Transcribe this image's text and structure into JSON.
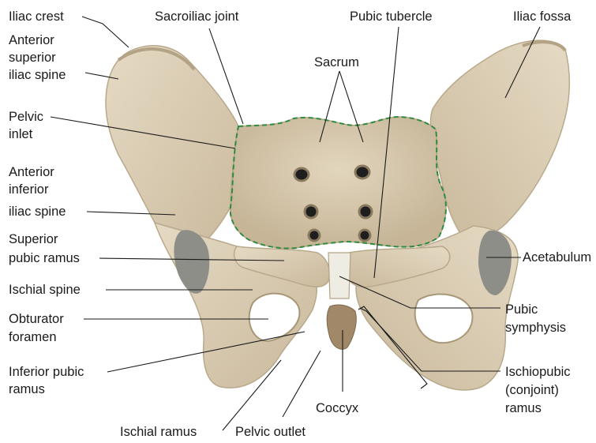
{
  "labels": {
    "iliac_crest": "Iliac crest",
    "asis_1": "Anterior",
    "asis_2": "superior",
    "asis_3": "iliac spine",
    "pelvic_inlet_1": "Pelvic",
    "pelvic_inlet_2": "inlet",
    "aiis_1": "Anterior",
    "aiis_2": "inferior",
    "aiis_3": "iliac spine",
    "spr_1": "Superior",
    "spr_2": "pubic ramus",
    "ischial_spine": "Ischial spine",
    "obturator_1": "Obturator",
    "obturator_2": "foramen",
    "ipr_1": "Inferior pubic",
    "ipr_2": "ramus",
    "ischial_ramus": "Ischial ramus",
    "pelvic_outlet": "Pelvic outlet",
    "coccyx": "Coccyx",
    "sacroiliac_joint": "Sacroiliac joint",
    "pubic_tubercle": "Pubic tubercle",
    "iliac_fossa": "Iliac fossa",
    "sacrum": "Sacrum",
    "acetabulum": "Acetabulum",
    "pubic_symphysis_1": "Pubic",
    "pubic_symphysis_2": "symphysis",
    "ischiopubic_1": "Ischiopubic",
    "ischiopubic_2": "(conjoint)",
    "ischiopubic_3": "ramus"
  },
  "colors": {
    "bone": "#d9ccb4",
    "bone_shadow": "#b9a98c",
    "bone_highlight": "#ede3d0",
    "acetabulum_gray": "#8e8e88",
    "inlet_outline": "#2e8b3e"
  }
}
